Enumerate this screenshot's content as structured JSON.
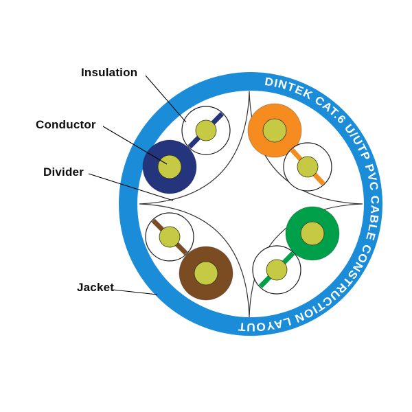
{
  "title": "DINTEK CAT.6 U/UTP PVC CABLE CONSTRUCTION LAYOUT",
  "labels": {
    "insulation": "Insulation",
    "conductor": "Conductor",
    "divider": "Divider",
    "jacket": "Jacket"
  },
  "colors": {
    "jacket": "#1a8cd8",
    "interior": "#ffffff",
    "ring_text": "#ffffff",
    "conductor": "#c6c943",
    "insulation_white": "#ffffff",
    "divider_outline": "#333333",
    "leader_line": "#000000",
    "pairs": {
      "blue": "#24357e",
      "orange": "#f68b1f",
      "green": "#00a04a",
      "brown": "#7b4b22"
    }
  }
}
